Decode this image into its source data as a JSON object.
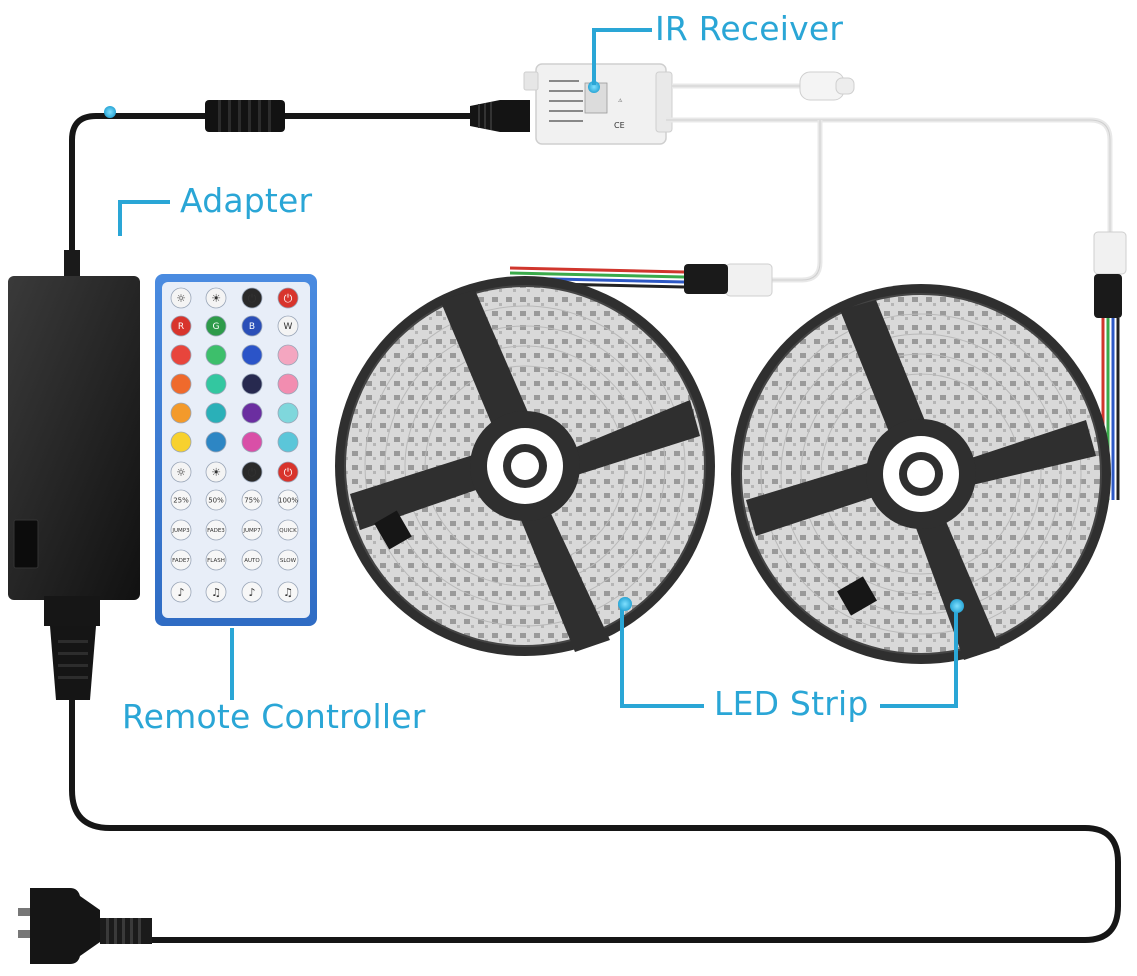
{
  "labels": {
    "ir_receiver": "IR Receiver",
    "adapter": "Adapter",
    "remote_controller": "Remote Controller",
    "led_strip": "LED Strip"
  },
  "remote": {
    "power_row": [
      "bright-up-icon",
      "bright-down-icon",
      "pause-icon",
      "power-icon"
    ],
    "row_rgbw": [
      "R",
      "G",
      "B",
      "W"
    ],
    "color_rows": [
      [
        "#e8453c",
        "#3dbf6b",
        "#2b54c8",
        "#f4a6c0"
      ],
      [
        "#ef6a2c",
        "#33c7a0",
        "#27294f",
        "#f28db0"
      ],
      [
        "#f39a2b",
        "#2ab0b8",
        "#6b2ea0",
        "#7fd7dc"
      ],
      [
        "#f7d12e",
        "#2d86c4",
        "#d94fa7",
        "#5bc6d9"
      ]
    ],
    "row_white_ctrl": [
      "bright-up-icon",
      "bright-down-icon",
      "pause-icon",
      "power-icon"
    ],
    "row_percent": [
      "25%",
      "50%",
      "75%",
      "100%"
    ],
    "row_jump": [
      "JUMP3",
      "FADE3",
      "JUMP7",
      "QUICK"
    ],
    "row_fade": [
      "FADE7",
      "FLASH",
      "AUTO",
      "SLOW"
    ],
    "row_music": [
      "music-1-icon",
      "music-2-icon",
      "music-3-icon",
      "music-4-icon"
    ]
  },
  "colors": {
    "accent": "#2aa6d6",
    "cable": "#1a1a1a",
    "reel": "#2f2f2f",
    "adapter_body": "#1c1c1c",
    "remote_body": "#3b7ed6"
  }
}
